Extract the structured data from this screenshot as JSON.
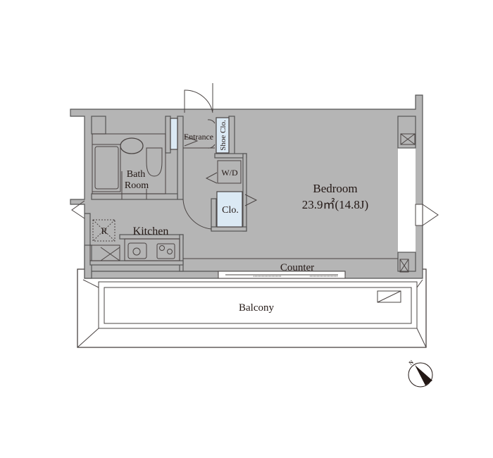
{
  "rooms": {
    "entrance": "Entrance",
    "shoe_closet": "Shoe Clo.",
    "washer_dryer": "W/D",
    "closet": "Clo.",
    "bath_line1": "Bath",
    "bath_line2": "Room",
    "kitchen": "Kitchen",
    "refrigerator": "R",
    "bedroom": "Bedroom",
    "bedroom_area": "23.9㎡(14.8J)",
    "counter": "Counter",
    "balcony": "Balcony"
  },
  "compass": {
    "label": "N"
  },
  "colors": {
    "wall": "#b5b5b5",
    "closet_fill": "#dbe9f4",
    "line": "#4a4443"
  }
}
